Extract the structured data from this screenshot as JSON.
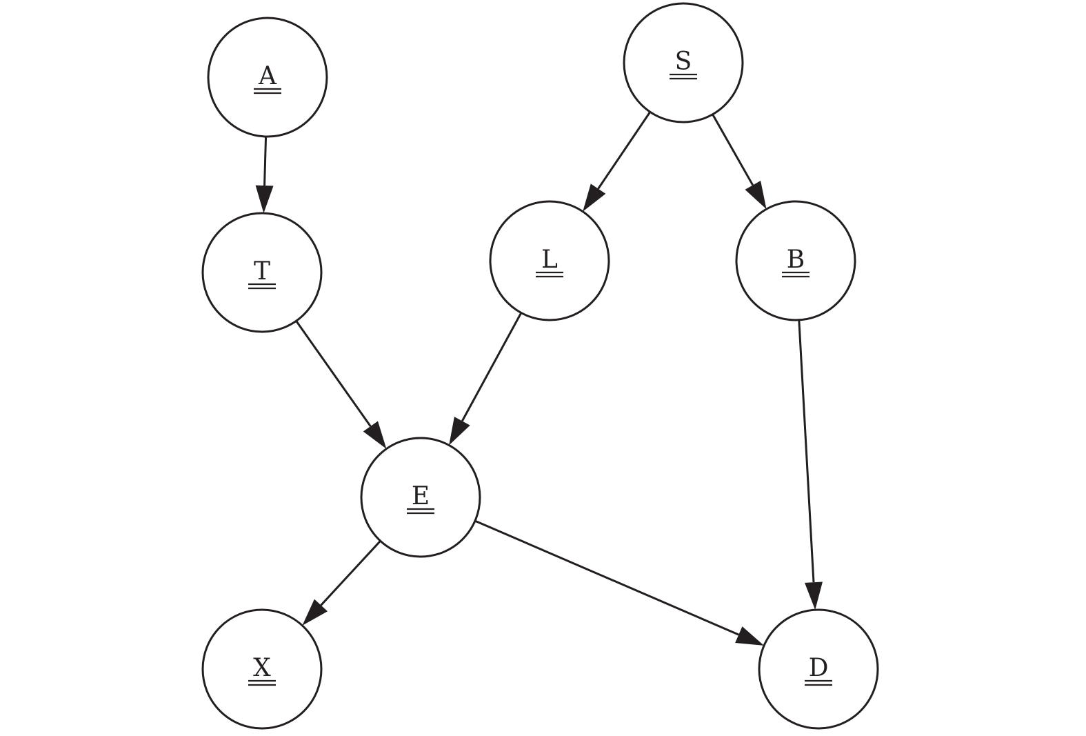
{
  "diagram": {
    "type": "directed-graph",
    "nodes": [
      {
        "id": "A",
        "label": "A"
      },
      {
        "id": "S",
        "label": "S"
      },
      {
        "id": "T",
        "label": "T"
      },
      {
        "id": "L",
        "label": "L"
      },
      {
        "id": "B",
        "label": "B"
      },
      {
        "id": "E",
        "label": "E"
      },
      {
        "id": "X",
        "label": "X"
      },
      {
        "id": "D",
        "label": "D"
      }
    ],
    "edges": [
      {
        "from": "A",
        "to": "T"
      },
      {
        "from": "S",
        "to": "L"
      },
      {
        "from": "S",
        "to": "B"
      },
      {
        "from": "T",
        "to": "E"
      },
      {
        "from": "L",
        "to": "E"
      },
      {
        "from": "B",
        "to": "D"
      },
      {
        "from": "E",
        "to": "X"
      },
      {
        "from": "E",
        "to": "D"
      }
    ],
    "colors": {
      "stroke": "#231f20",
      "fill": "#ffffff",
      "background": "#ffffff"
    }
  }
}
